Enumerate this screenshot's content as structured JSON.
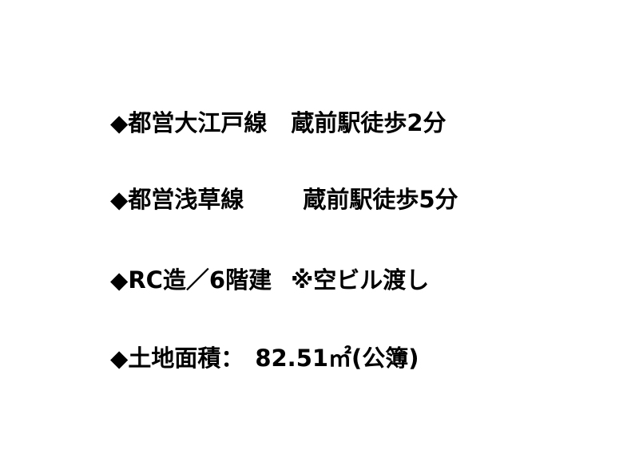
{
  "lines": [
    {
      "bullet": "◆",
      "label": "都営大江戸線",
      "value": "蔵前駅徒歩2分"
    },
    {
      "bullet": "◆",
      "label": "都営浅草線",
      "value": "蔵前駅徒歩5分"
    },
    {
      "bullet": "◆",
      "label": "RC造／6階建",
      "value": "※空ビル渡し"
    },
    {
      "bullet": "◆",
      "label": "土地面積：",
      "value": "82.51㎡(公簿)"
    }
  ]
}
